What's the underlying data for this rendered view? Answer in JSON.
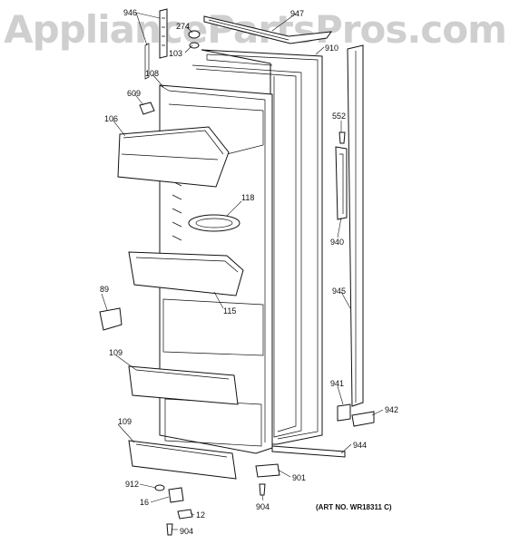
{
  "watermark": "AppliancePartsPros.com",
  "art_number": "(ART NO. WR18311 C)",
  "callouts": {
    "c946": "946",
    "c274": "274",
    "c947": "947",
    "c103": "103",
    "c910": "910",
    "c108": "108",
    "c609": "609",
    "c106": "106",
    "c552": "552",
    "c118": "118",
    "c940": "940",
    "c89": "89",
    "c945": "945",
    "c115": "115",
    "c109a": "109",
    "c941": "941",
    "c942": "942",
    "c109b": "109",
    "c944": "944",
    "c901": "901",
    "c912": "912",
    "c16": "16",
    "c12": "12",
    "c904a": "904",
    "c904b": "904"
  }
}
